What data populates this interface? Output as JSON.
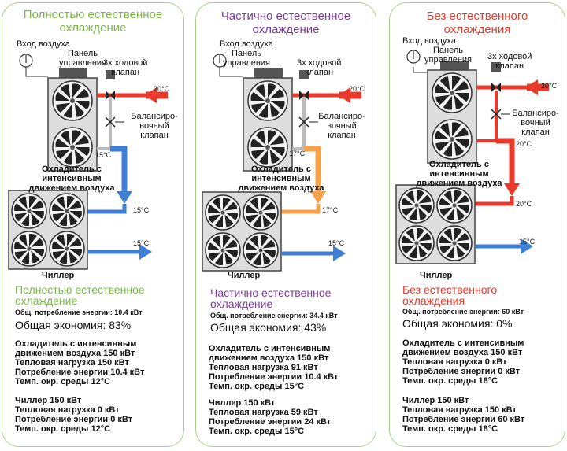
{
  "colors": {
    "green": "#7ab648",
    "purple": "#7d3c98",
    "red": "#e8392b",
    "blue": "#3f7fd6",
    "orange": "#f7a14a",
    "border": "#a8d08d"
  },
  "labels": {
    "air_inlet": "Вход воздуха",
    "control_panel": "Панель\nуправления",
    "three_way_valve": "3х ходовой\nклапан",
    "balancing_valve": "Балансиро-\nвочный\nклапан",
    "dry_cooler": "Охладитель с\nинтенсивным\nдвижением воздуха",
    "chiller": "Чиллер"
  },
  "panels": [
    {
      "title": "Полностью естественное\nохлаждение",
      "title_color": "#7ab648",
      "temps": {
        "inlet": "20°C",
        "cooler_out": "15°C",
        "pipe_down": "15°C",
        "chiller_out": "15°C"
      },
      "section_title": "Полностью естественное\nохлаждение",
      "energy": "Общ. потребление энергии: 10.4 кВт",
      "savings": "Общая экономия: 83%",
      "cooler_block": "Охладитель с интенсивным\nдвижением воздуха 150 кВт\nТепловая нагрузка 150 кВт\nПотребление энергии 10.4 кВт\nТемп. окр. среды 12°C",
      "chiller_block": "Чиллер 150 кВт\nТепловая нагрузка 0 кВт\nПотребление энергии 0 кВт\nТемп. окр. среды 12°C"
    },
    {
      "title": "Частично естественное\nохлаждение",
      "title_color": "#7d3c98",
      "temps": {
        "inlet": "20°C",
        "cooler_out": "17°C",
        "pipe_down": "17°C",
        "chiller_out": "15°C"
      },
      "section_title": "Частично естественное\nохлаждение",
      "energy": "Общ. потребление энергии: 34.4 кВт",
      "savings": "Общая экономия: 43%",
      "cooler_block": "Охладитель с интенсивным\nдвижением воздуха 150 кВт\nТепловая нагрузка 91 кВт\nПотребление энергии 10.4 кВт\nТемп. окр. среды 15°C",
      "chiller_block": "Чиллер 150 кВт\nТепловая нагрузка 59 кВт\nПотребление энергии 24 кВт\nТемп. окр. среды 15°C"
    },
    {
      "title": "Без естественного\nохлаждения",
      "title_color": "#e8392b",
      "temps": {
        "inlet": "20°C",
        "cooler_out": "20°C",
        "pipe_down": "20°C",
        "chiller_out": "15°C"
      },
      "section_title": "Без естественного\nохлаждения",
      "energy": "Общ. потребление энергии: 60 кВт",
      "savings": "Общая экономия: 0%",
      "cooler_block": "Охладитель с интенсивным\nдвижением воздуха 150 кВт\nТепловая нагрузка 0 кВт\nПотребление энергии 0 кВт\nТемп. окр. среды 18°C",
      "chiller_block": "Чиллер 150 кВт\nТепловая нагрузка 150 кВт\nПотребление энергии 60 кВт\nТемп. окр. среды 18°C"
    }
  ]
}
